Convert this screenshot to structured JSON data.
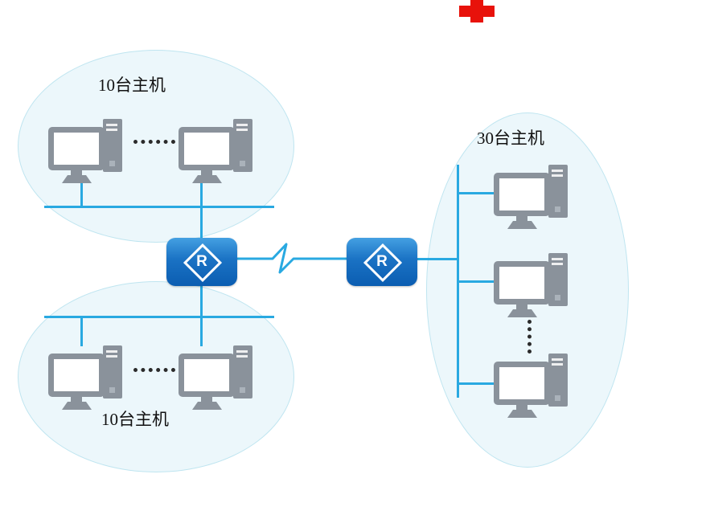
{
  "groups": {
    "top_left": {
      "label": "10台主机"
    },
    "bottom_left": {
      "label": "10台主机"
    },
    "right": {
      "label": "30台主机"
    }
  },
  "routers": {
    "left": {
      "label": "R"
    },
    "right": {
      "label": "R"
    }
  },
  "colors": {
    "link_line": "#29a9e1",
    "ellipse_fill": "#ecf7fb",
    "ellipse_border": "#bfe5f0",
    "router_blue_top": "#44a0e2",
    "router_blue_bottom": "#0b5db1",
    "computer_gray": "#8a929b",
    "marker_red": "#e8120b",
    "label_text": "#111111"
  },
  "icons": {
    "computer": "desktop-computer-icon",
    "router": "router-icon",
    "ellipsis": "more-hosts-dots",
    "marker": "red-cross-marker"
  }
}
